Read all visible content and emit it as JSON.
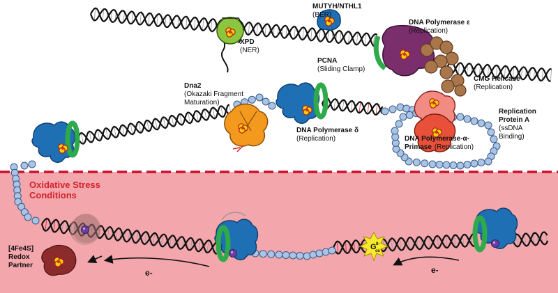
{
  "colors": {
    "stress_bg": "#f4a6ad",
    "stress_border": "#c8102e",
    "stress_text": "#d2232a",
    "polymerase_blue": "#1f6fb5",
    "clamp_green": "#2eaa4a",
    "xpd_green": "#8cc63f",
    "pol_epsilon_purple": "#7a2e6b",
    "cmg_brown": "#a9764b",
    "rpa_red": "#e8503a",
    "dna2_orange": "#f39a1e",
    "redox_partner": "#8b2b2b",
    "ssdna_bead": "#a9c4e6",
    "oxidized_base": "#f7ea2a"
  },
  "labels": {
    "xpd": {
      "name": "XPD",
      "role": "(NER)"
    },
    "mutyh": {
      "name": "MUTYH/NTHL1",
      "role": "(BER)"
    },
    "pol_epsilon": {
      "name": "DNA Polymerase ε",
      "role": "(Replication)"
    },
    "pcna": {
      "name": "PCNA",
      "role": "(Sliding Clamp)"
    },
    "cmg": {
      "name": "CMG Helicase",
      "role": "(Replication)"
    },
    "dna2": {
      "name": "Dna2",
      "role1": "(Okazaki Fragment",
      "role2": "Maturation)"
    },
    "rpa": {
      "name1": "Replication",
      "name2": "Protein A",
      "role1": "(ssDNA",
      "role2": "Binding)"
    },
    "pol_delta": {
      "name": "DNA Polymerase δ",
      "role": "(Replication)"
    },
    "pol_alpha": {
      "name1": "DNA Polymerase-α-",
      "name2": "Primase",
      "role": "(Replication)"
    },
    "stress_line1": "Oxidative Stress",
    "stress_line2": "Conditions",
    "redox": {
      "line1": "[4Fe4S]",
      "line2": "Redox",
      "line3": "Partner"
    },
    "electron": "e-",
    "oxidized_base": "G",
    "oxidized_superscript": "8-",
    "oxidized_subscript": "ox"
  }
}
